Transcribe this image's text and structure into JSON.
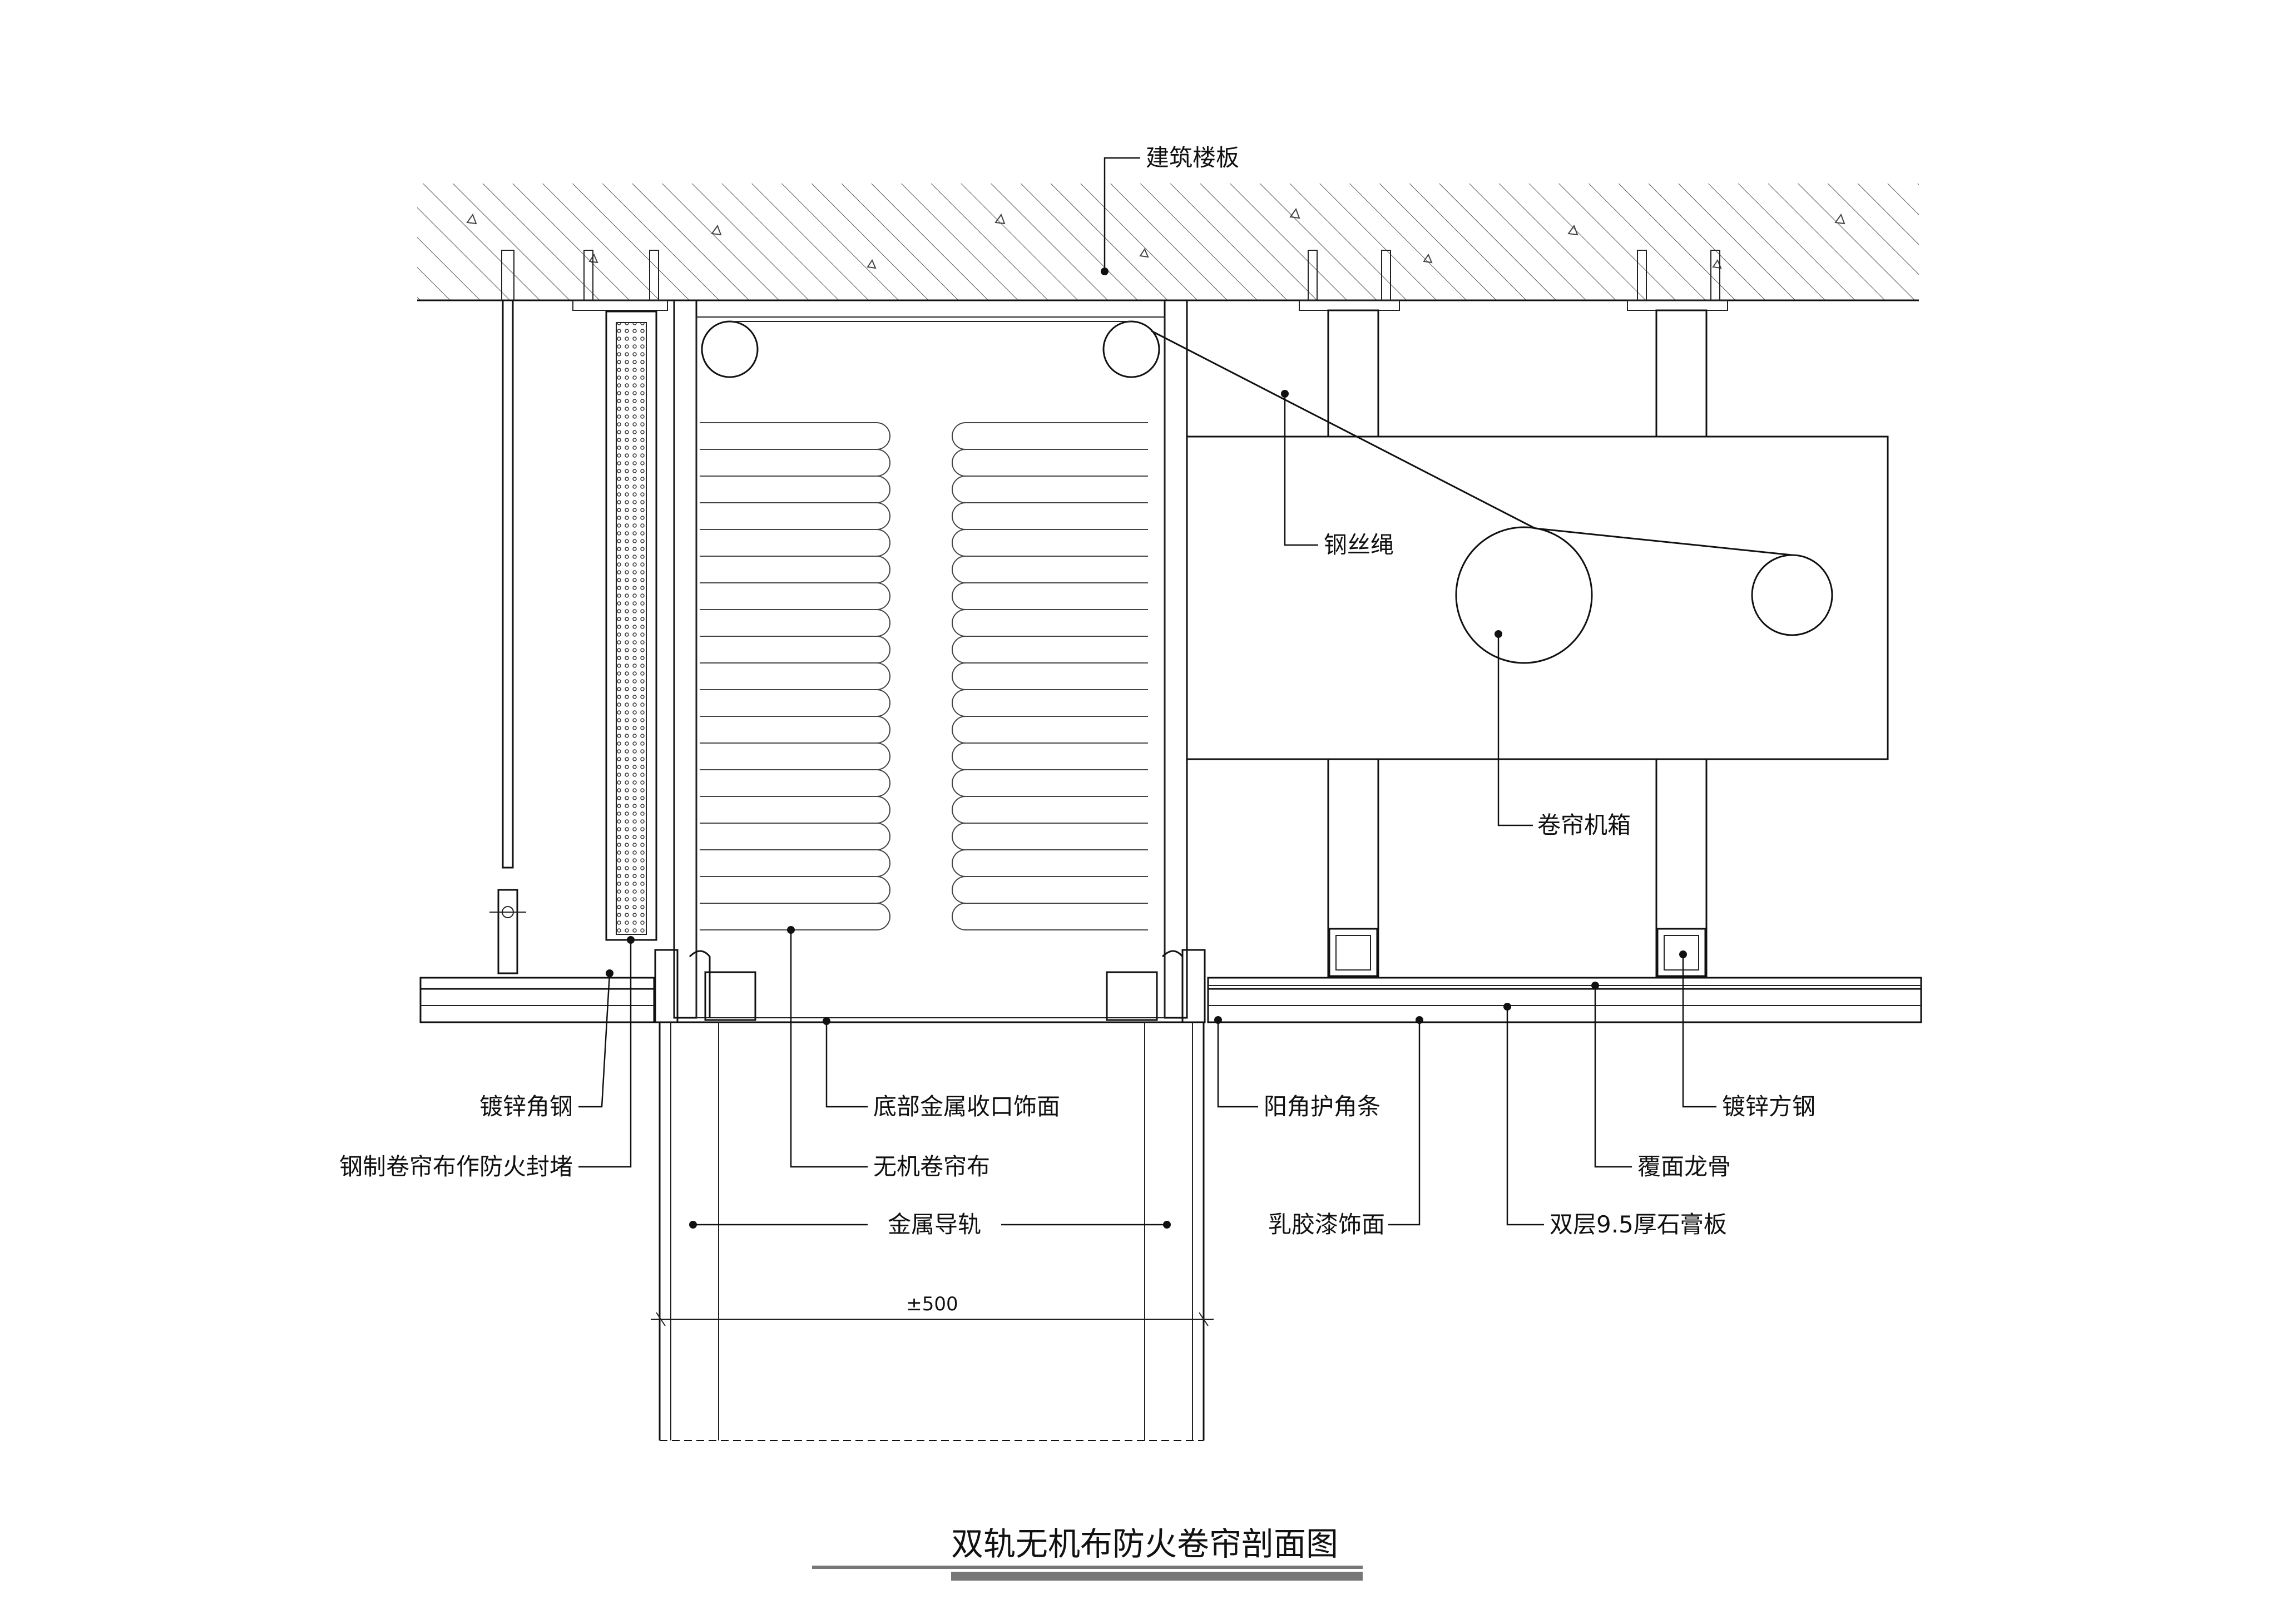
{
  "title": "双轨无机布防火卷帘剖面图",
  "dimension": "±500",
  "labels": {
    "slab": "建筑楼板",
    "wire_rope": "钢丝绳",
    "roller_box": "卷帘机箱",
    "angle_steel": "镀锌角钢",
    "fire_seal": "钢制卷帘布作防火封堵",
    "bottom_trim": "底部金属收口饰面",
    "fabric": "无机卷帘布",
    "guide_rail": "金属导轨",
    "corner_guard": "阳角护角条",
    "latex_paint": "乳胶漆饰面",
    "gypsum_board": "双层9.5厚石膏板",
    "furring": "覆面龙骨",
    "square_steel": "镀锌方钢"
  },
  "colors": {
    "line": "#111111",
    "title_bar": "#777777"
  }
}
